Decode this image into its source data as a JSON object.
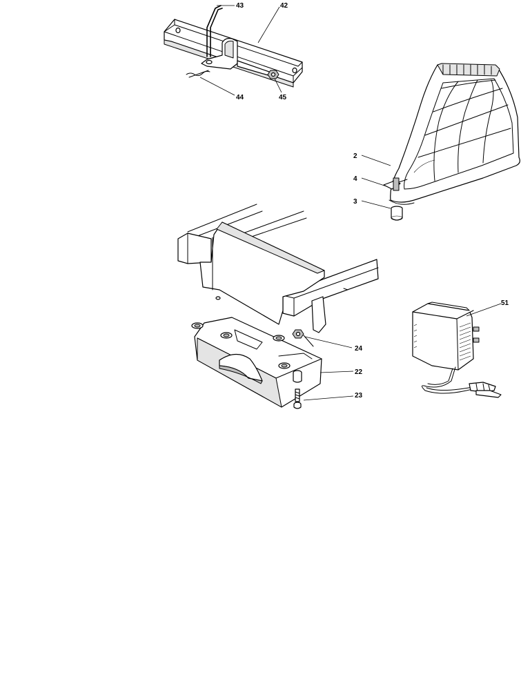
{
  "callouts": {
    "c43": "43",
    "c42": "42",
    "c44": "44",
    "c45": "45",
    "c2": "2",
    "c4": "4",
    "c3": "3",
    "c24": "24",
    "c22": "22",
    "c23": "23",
    "c51": "51"
  }
}
